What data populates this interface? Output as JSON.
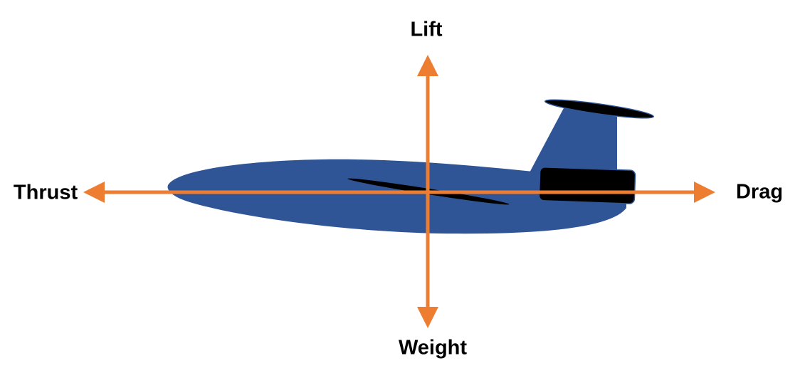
{
  "diagram": {
    "title": "Four forces of flight",
    "labels": {
      "lift": "Lift",
      "weight": "Weight",
      "thrust": "Thrust",
      "drag": "Drag"
    },
    "colors": {
      "arrow": "#ED7D31",
      "fuselage": "#2F5597",
      "detail": "#000000"
    }
  }
}
